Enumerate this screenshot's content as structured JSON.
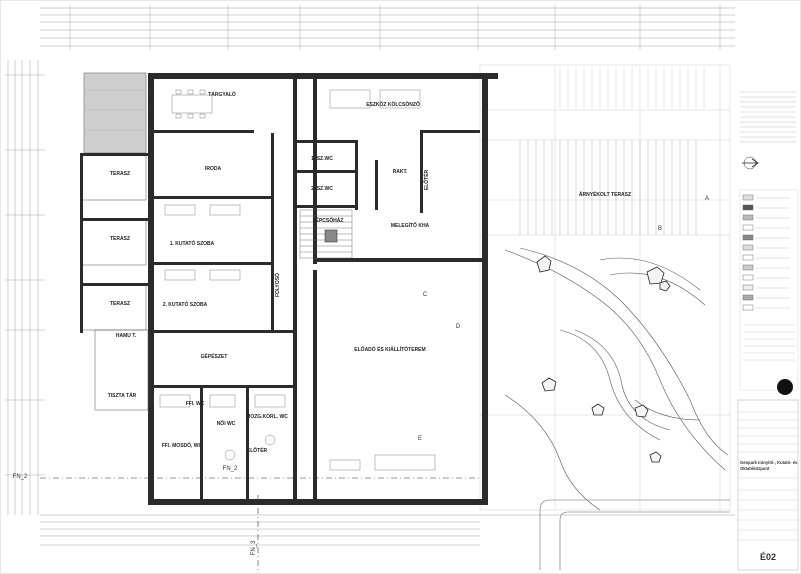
{
  "rooms": {
    "targyalo": "TÁRGYALÓ",
    "eszkoz": "ESZKÖZ KÖLCSÖNZŐ",
    "iroda": "IRODA",
    "szwc1": "1. SZ.WC",
    "szwc2": "2. SZ.WC",
    "raktar": "RAKT.",
    "eloter_top": "ELŐTÉR",
    "terasz1": "TERASZ",
    "kutato1": "1. KUTATÓ SZOBA",
    "lepcsohaz": "LÉPCSŐHÁZ",
    "melegito": "MELEGÍTŐ KHA",
    "arnyekolt": "ÁRNYÉKOLT TERASZ",
    "terasz2": "TERASZ",
    "folyoso": "FOLYOSÓ",
    "terasz3": "TERASZ",
    "kutato2": "2. KUTATÓ SZOBA",
    "eloado": "ELŐADÓ ÉS KIÁLLÍTÓTEREM",
    "hamu": "HAMU T.",
    "gepeszet": "GÉPÉSZET",
    "tisztatar": "TISZTA TÁR",
    "ffiwc": "FFI. WC",
    "noiwc": "NŐI WC",
    "mozgwc": "MOZG.KORL. WC",
    "ffimosdo": "FFI. MOSDÓ, WC",
    "eloter": "ELŐTÉR"
  },
  "axes": {
    "a": "A",
    "b": "B",
    "c": "C",
    "d": "D",
    "e": "E",
    "fn2_left": "FN_2",
    "fn2_right": "FN_2",
    "fn3": "FN_3"
  },
  "title_block": {
    "heading1": "Geopark Irányító-, Kutató- és",
    "heading2": "Oktatóközpont",
    "drawing_number": "É02"
  }
}
